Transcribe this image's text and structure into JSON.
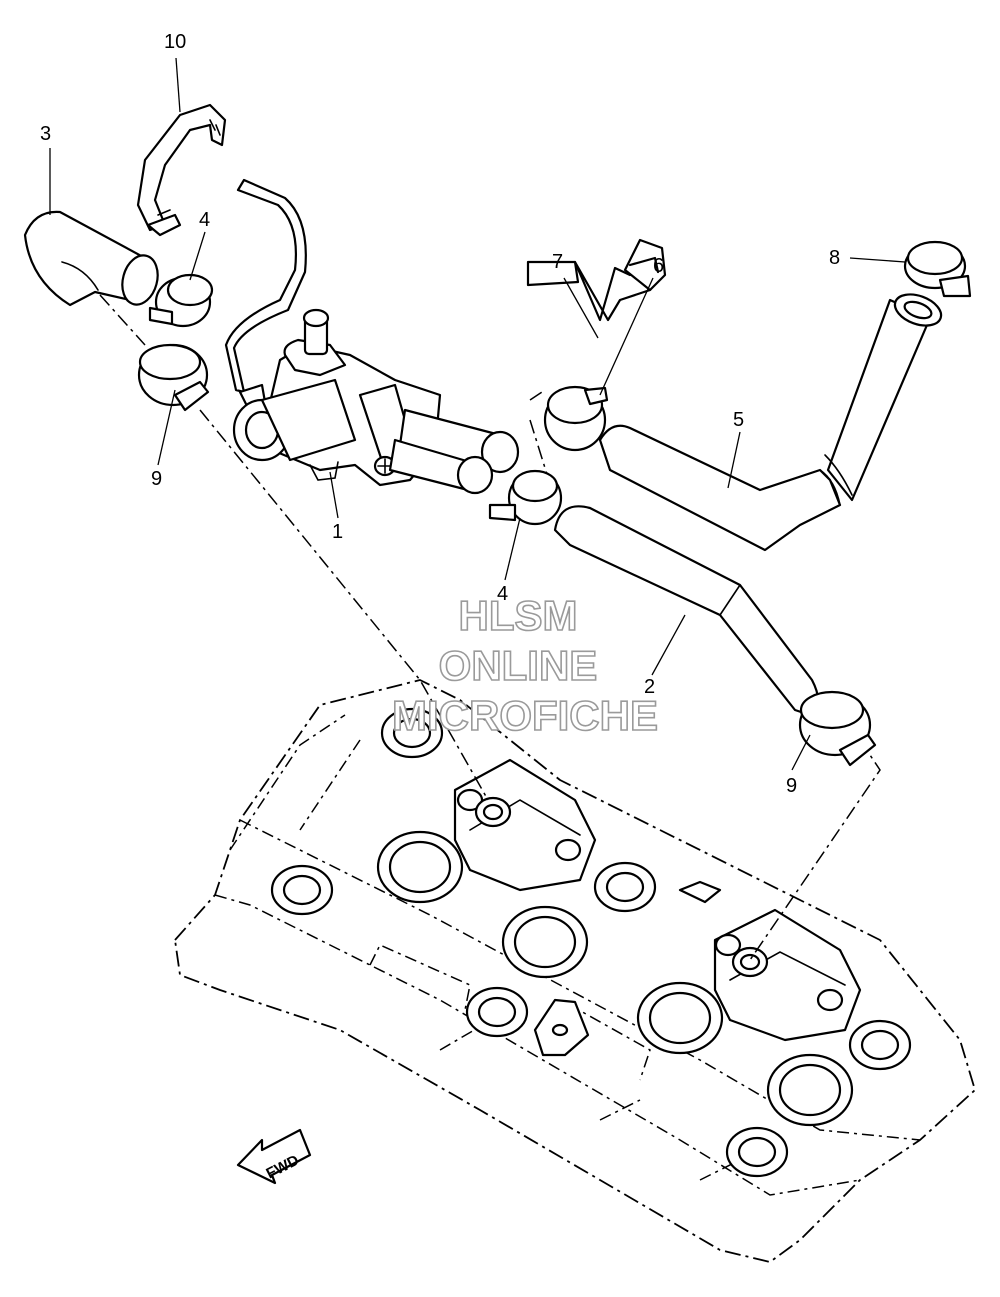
{
  "callouts": [
    {
      "id": "c10",
      "label": "10"
    },
    {
      "id": "c3",
      "label": "3"
    },
    {
      "id": "c4a",
      "label": "4"
    },
    {
      "id": "c7",
      "label": "7"
    },
    {
      "id": "c8",
      "label": "8"
    },
    {
      "id": "c6",
      "label": "6"
    },
    {
      "id": "c5",
      "label": "5"
    },
    {
      "id": "c9a",
      "label": "9"
    },
    {
      "id": "c1",
      "label": "1"
    },
    {
      "id": "c4b",
      "label": "4"
    },
    {
      "id": "c2",
      "label": "2"
    },
    {
      "id": "c9b",
      "label": "9"
    }
  ],
  "watermark": {
    "line1": "HLSM",
    "line2": "ONLINE",
    "line3": "MICROFICHE",
    "color": "#9a9a9a"
  },
  "fwd_label": "FWD"
}
